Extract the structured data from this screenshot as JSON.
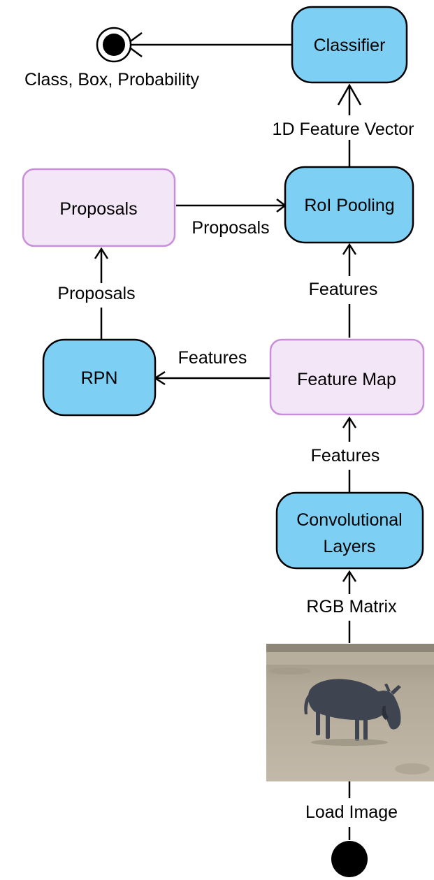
{
  "nodes": {
    "classifier": "Classifier",
    "roi_pooling": "RoI Pooling",
    "proposals_box": "Proposals",
    "rpn": "RPN",
    "feature_map": "Feature Map",
    "conv_line1": "Convolutional",
    "conv_line2": "Layers",
    "output_label": "Class, Box, Probability"
  },
  "edges": {
    "classifier_input": "1D Feature Vector",
    "proposals_to_roi": "Proposals",
    "rpn_to_proposals": "Proposals",
    "featuremap_to_roi": "Features",
    "featuremap_to_rpn": "Features",
    "conv_to_featuremap": "Features",
    "image_to_conv": "RGB Matrix",
    "start_to_image": "Load Image"
  },
  "colors": {
    "action_fill": "#7dcff3",
    "object_fill": "#f3e6f7",
    "object_stroke": "#c98fd8",
    "line": "#000000"
  },
  "image": {
    "subject": "wildebeest photo"
  }
}
